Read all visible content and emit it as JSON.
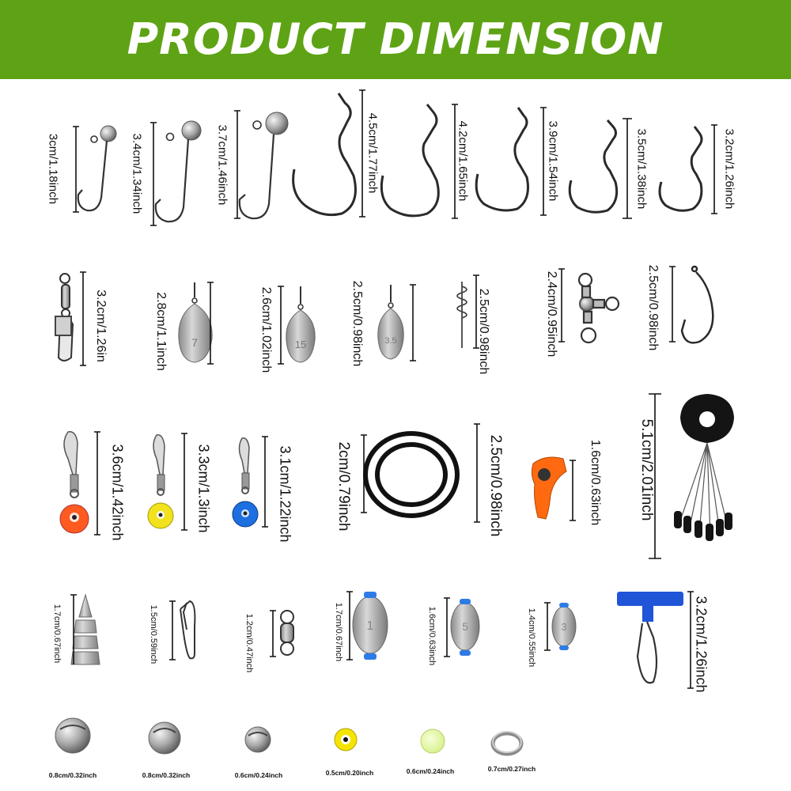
{
  "banner": {
    "title": "PRODUCT DIMENSION",
    "color": "#5ea315"
  },
  "items": {
    "jighead_s": {
      "label": "3cm/1.18inch"
    },
    "jighead_m": {
      "label": "3.4cm/1.34inch"
    },
    "jighead_l": {
      "label": "3.7cm/1.46inch"
    },
    "hook_45": {
      "label": "4.5cm/1.77inch"
    },
    "hook_42": {
      "label": "4.2cm/1.65inch"
    },
    "hook_39": {
      "label": "3.9cm/1.54inch"
    },
    "hook_35": {
      "label": "3.5cm/1.38inch"
    },
    "hook_32": {
      "label": "3.2cm/1.26inch"
    },
    "snap_swivel": {
      "label": "3.2cm/1.26in"
    },
    "drop_sinker_7": {
      "label": "2.8cm/1.1inch",
      "mark": "7"
    },
    "drop_sinker_15": {
      "label": "2.6cm/1.02inch",
      "mark": "15"
    },
    "drop_sinker_35": {
      "label": "2.5cm/0.98inch",
      "mark": "3.5"
    },
    "spring_lock": {
      "label": "2.5cm/0.98inch"
    },
    "three_way_swivel": {
      "label": "2.4cm/0.95inch"
    },
    "wide_gap_hook": {
      "label": "2.5cm/0.98inch"
    },
    "swivel_bead_orange": {
      "label": "3.6cm/1.42inch",
      "color": "#ff5a1f"
    },
    "swivel_bead_yellow": {
      "label": "3.3cm/1.3inch",
      "color": "#f2e21e"
    },
    "swivel_bead_blue": {
      "label": "3.1cm/1.22inch",
      "color": "#1e6fe0"
    },
    "o_ring_small": {
      "label": "2cm/0.79inch"
    },
    "o_ring_large": {
      "label": "2.5cm/0.98inch"
    },
    "float_stop": {
      "label": "1.6cm/0.63inch",
      "color": "#ff6a10"
    },
    "bobber_stopper": {
      "label": "5.1cm/2.01inch"
    },
    "spike_weight": {
      "label": "1.7cm/0.67inch"
    },
    "safety_snap": {
      "label": "1.5cm/0.59inch"
    },
    "barrel_swivel": {
      "label": "1.2cm/0.47inch"
    },
    "egg_sinker_1": {
      "label": "1.7cm/0.67inch",
      "mark": "1"
    },
    "egg_sinker_5": {
      "label": "1.6cm/0.63inch",
      "mark": "5"
    },
    "egg_sinker_3": {
      "label": "1.4cm/0.55inch",
      "mark": "3"
    },
    "sinker_slide": {
      "label": "3.2cm/1.26inch",
      "color": "#1f55d6"
    },
    "split_shot_a": {
      "label": "0.8cm/0.32inch"
    },
    "split_shot_b": {
      "label": "0.8cm/0.32inch"
    },
    "split_shot_c": {
      "label": "0.6cm/0.24inch"
    },
    "eye_bead": {
      "label": "0.5cm/0.20inch"
    },
    "glow_bead": {
      "label": "0.6cm/0.24inch"
    },
    "split_ring": {
      "label": "0.7cm/0.27inch"
    }
  }
}
